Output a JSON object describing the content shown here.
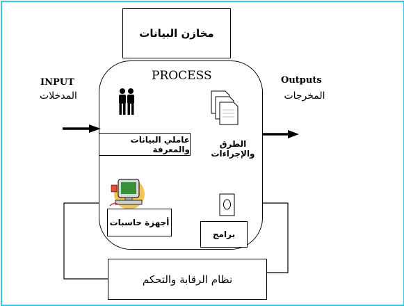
{
  "data_stores": "مخازن البيانات",
  "process": "PROCESS",
  "workers": "عاملي البيانات والمعرفة",
  "methods": "الطرق والإجراءات",
  "computers": "أجهزة حاسبات",
  "software": "برامج",
  "control": "نظام الرقابة والتحكم",
  "input_en": "INPUT",
  "input_ar": "المدخلات",
  "output_en": "Outputs",
  "output_ar": "المخرجات",
  "icons": [
    "people-icon",
    "documents-icon",
    "computer-icon",
    "disk-icon"
  ]
}
